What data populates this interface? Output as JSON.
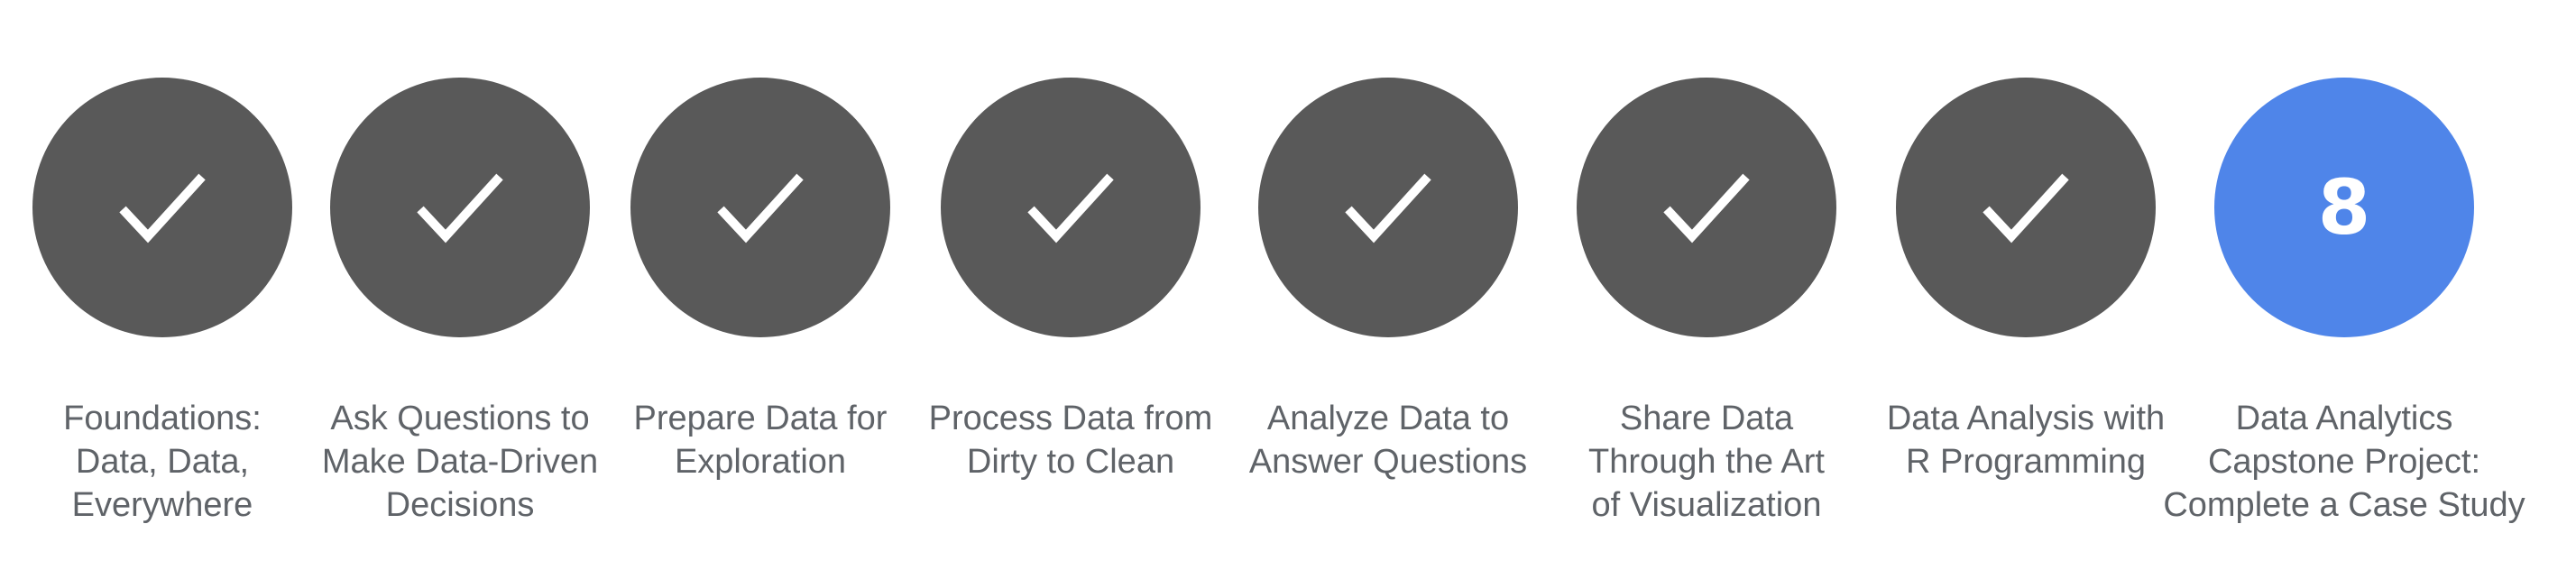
{
  "colors": {
    "completed": "#595959",
    "current": "#4f85e9",
    "label_text": "#5f6368",
    "check": "#ffffff"
  },
  "steps": [
    {
      "status": "completed",
      "icon": "checkmark-icon",
      "label": "Foundations:\nData, Data,\nEverywhere"
    },
    {
      "status": "completed",
      "icon": "checkmark-icon",
      "label": "Ask Questions to\nMake Data-Driven\nDecisions"
    },
    {
      "status": "completed",
      "icon": "checkmark-icon",
      "label": "Prepare Data for\nExploration"
    },
    {
      "status": "completed",
      "icon": "checkmark-icon",
      "label": "Process Data from\nDirty to Clean"
    },
    {
      "status": "completed",
      "icon": "checkmark-icon",
      "label": "Analyze Data to\nAnswer Questions"
    },
    {
      "status": "completed",
      "icon": "checkmark-icon",
      "label": "Share Data\nThrough the Art\nof Visualization"
    },
    {
      "status": "completed",
      "icon": "checkmark-icon",
      "label": "Data Analysis with\nR Programming"
    },
    {
      "status": "current",
      "number": "8",
      "label": "Data Analytics\nCapstone Project:\nComplete a Case Study"
    }
  ]
}
